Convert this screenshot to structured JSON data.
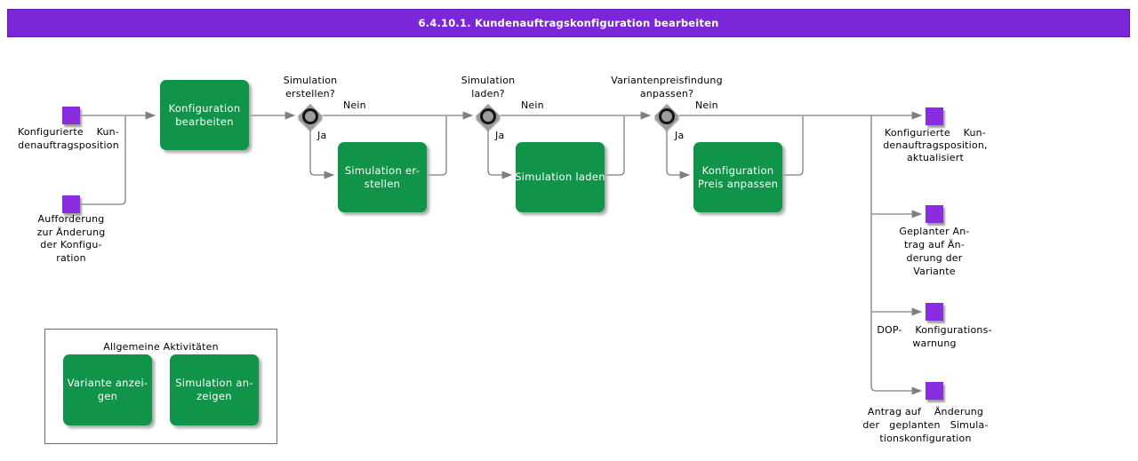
{
  "header": {
    "title": "6.4.10.1. Kundenauftragskonfiguration bearbeiten"
  },
  "colors": {
    "title_bar": "#7c26d9",
    "event_square": "#8a2ce0",
    "activity_box": "#0f9449",
    "connector": "#7f7f7f",
    "gateway": "#9c9c9c"
  },
  "diagram": {
    "inputs": [
      {
        "label": "Konfigurierte    Kun-\ndenauftragsposition"
      },
      {
        "label": "Aufforderung\nzur Änderung\nder Konfigu-\nration"
      }
    ],
    "activities": [
      {
        "label": "Konfiguration\nbearbeiten"
      },
      {
        "label": "Simulation er-\nstellen"
      },
      {
        "label": "Simulation laden"
      },
      {
        "label": "Konfiguration\nPreis anpassen"
      }
    ],
    "gateways": [
      {
        "question": "Simulation\nerstellen?",
        "yes": "Ja",
        "no": "Nein"
      },
      {
        "question": "Simulation\nladen?",
        "yes": "Ja",
        "no": "Nein"
      },
      {
        "question": "Variantenpreisfindung\nanpassen?",
        "yes": "Ja",
        "no": "Nein"
      }
    ],
    "outputs": [
      {
        "label": "Konfigurierte    Kun-\ndenauftragsposition,\naktualisiert"
      },
      {
        "label": "Geplanter An-\ntrag auf Än-\nderung der\nVariante"
      },
      {
        "label": "DOP-    Konfigurations-\nwarnung"
      },
      {
        "label": "Antrag auf    Änderung\nder   geplanten   Simula-\ntionskonfiguration"
      }
    ],
    "legend": {
      "title": "Allgemeine Aktivitäten",
      "items": [
        {
          "label": "Variante anzei-\ngen"
        },
        {
          "label": "Simulation an-\nzeigen"
        }
      ]
    }
  }
}
